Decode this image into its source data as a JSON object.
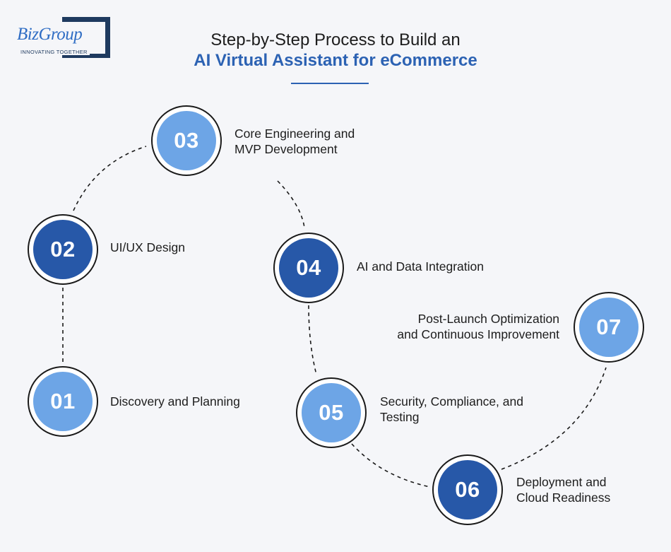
{
  "logo": {
    "name": "BizGroup",
    "tagline": "INNOVATING TOGETHER"
  },
  "title": {
    "line1": "Step-by-Step Process to Build an",
    "line2": "AI Virtual Assistant for eCommerce"
  },
  "colors": {
    "background": "#f5f6f9",
    "accent": "#2c62b3",
    "circle_light": "#6da5e6",
    "circle_dark": "#2758a8",
    "text": "#1d1d1d"
  },
  "steps": [
    {
      "number": "01",
      "label_lines": [
        "Discovery and Planning"
      ]
    },
    {
      "number": "02",
      "label_lines": [
        "UI/UX Design"
      ]
    },
    {
      "number": "03",
      "label_lines": [
        "Core Engineering and",
        "MVP Development"
      ]
    },
    {
      "number": "04",
      "label_lines": [
        "AI and Data Integration"
      ]
    },
    {
      "number": "05",
      "label_lines": [
        "Security, Compliance, and",
        "Testing"
      ]
    },
    {
      "number": "06",
      "label_lines": [
        "Deployment and",
        "Cloud Readiness"
      ]
    },
    {
      "number": "07",
      "label_lines": [
        "Post-Launch Optimization",
        "and Continuous Improvement"
      ]
    }
  ]
}
